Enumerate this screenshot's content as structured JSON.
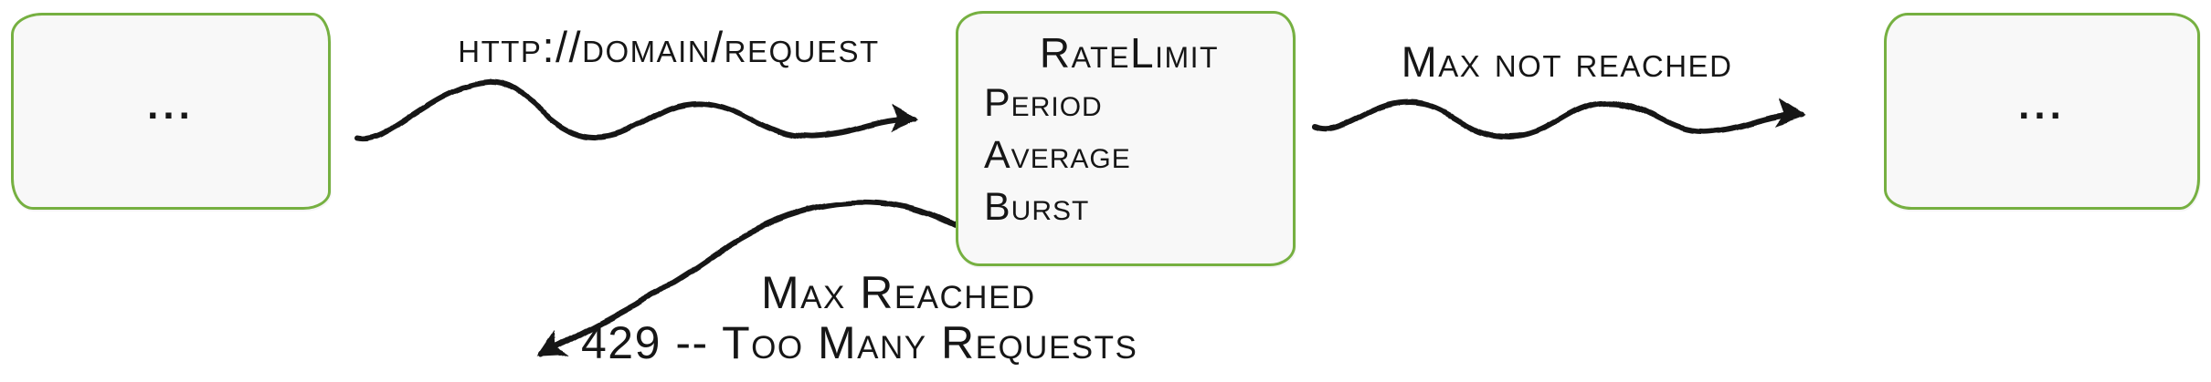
{
  "diagram": {
    "source_node": {
      "label": "..."
    },
    "target_node": {
      "label": "..."
    },
    "ratelimit_node": {
      "title": "RateLimit",
      "fields": [
        "Period",
        "Average",
        "Burst"
      ]
    },
    "labels": {
      "request": "http://domain/request",
      "max_not_reached": "Max not reached",
      "max_reached": "Max Reached",
      "too_many_requests": "429 -- Too Many Requests"
    },
    "colors": {
      "node_border": "#76b041",
      "node_fill": "#f8f8f8",
      "ink": "#161616"
    }
  }
}
